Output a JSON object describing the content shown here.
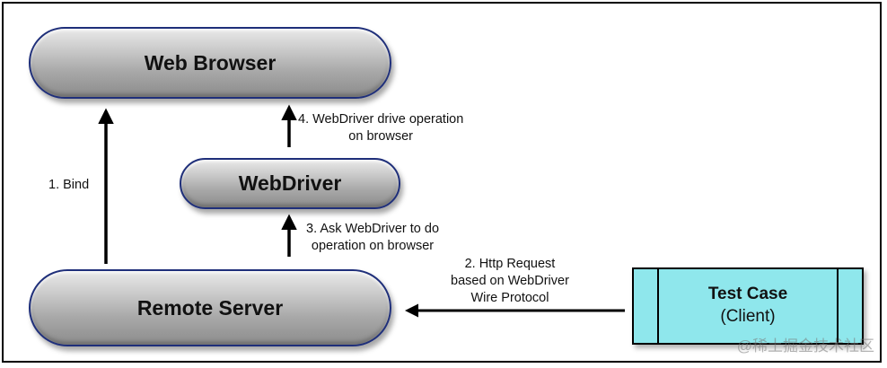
{
  "nodes": {
    "web_browser": "Web Browser",
    "webdriver": "WebDriver",
    "remote_server": "Remote Server",
    "test_case_title": "Test Case",
    "test_case_subtitle": "(Client)"
  },
  "edges": {
    "bind": "1. Bind",
    "step2": [
      "2. Http Request",
      "based on WebDriver",
      "Wire Protocol"
    ],
    "step3": [
      "3. Ask WebDriver to do",
      "operation on browser"
    ],
    "step4": [
      "4. WebDriver drive operation",
      "on browser"
    ]
  },
  "watermark": "@稀土掘金技术社区",
  "colors": {
    "pill_border": "#1f2f7a",
    "pill_fill": "#a9a9a9",
    "test_case_fill": "#8fe7ec",
    "arrow": "#000000"
  }
}
